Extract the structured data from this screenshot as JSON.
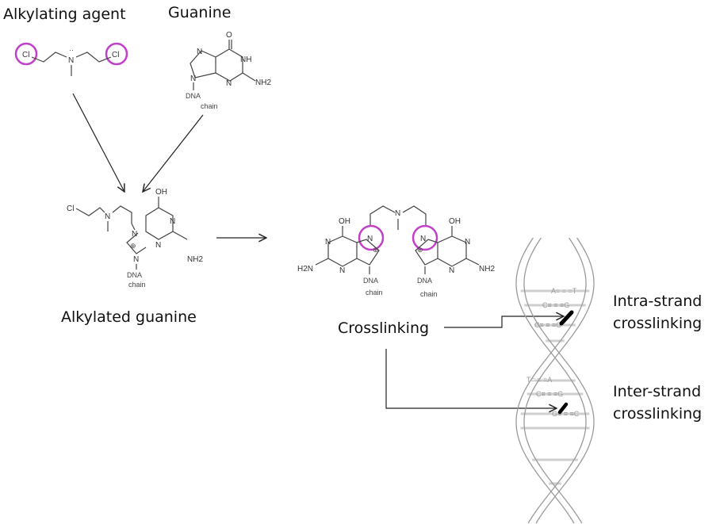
{
  "labels": {
    "alkylating_agent": "Alkylating agent",
    "guanine": "Guanine",
    "alkylated_guanine": "Alkylated guanine",
    "crosslinking": "Crosslinking",
    "intra_1": "Intra-strand",
    "intra_2": "crosslinking",
    "inter_1": "Inter-strand",
    "inter_2": "crosslinking"
  },
  "atoms": {
    "cl": "Cl",
    "n": "N",
    "nh": "NH",
    "nh2": "NH2",
    "h2n": "H2N",
    "o": "O",
    "oh": "OH",
    "dna": "DNA",
    "chain": "chain",
    "plus": "⊕"
  },
  "base_pairs": [
    "A= = =T",
    "C≡ ≡ ≡G",
    "C≡ ≡ ≡G",
    "T= = =A",
    "C≡ ≡ ≡G",
    "G≡ ≡ ≡C"
  ],
  "colors": {
    "highlight": "#c040c8",
    "text": "#111111",
    "helix": "#9a9a9a"
  }
}
